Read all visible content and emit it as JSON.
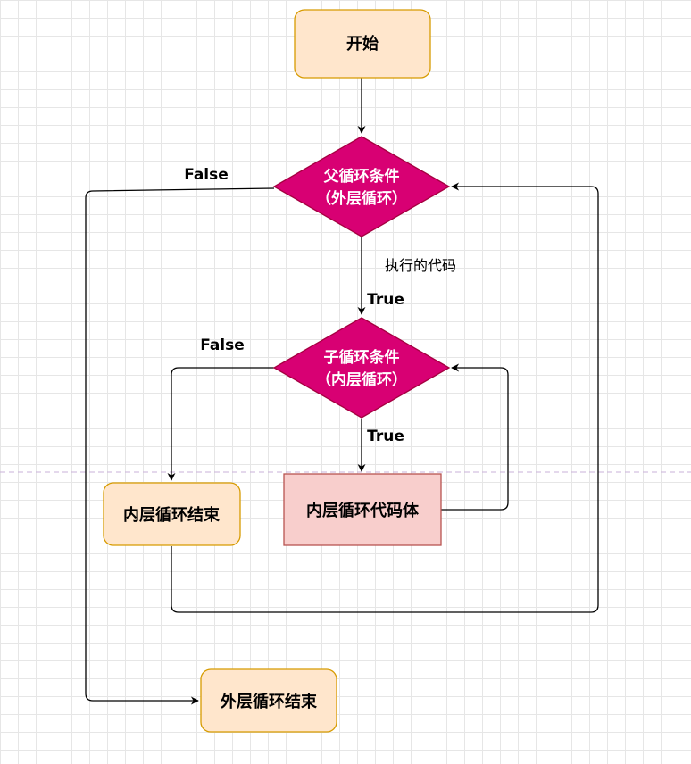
{
  "nodes": {
    "start": "开始",
    "outer_condition_line1": "父循环条件",
    "outer_condition_line2": "（外层循环）",
    "inner_condition_line1": "子循环条件",
    "inner_condition_line2": "（内层循环）",
    "inner_end": "内层循环结束",
    "inner_body": "内层循环代码体",
    "outer_end": "外层循环结束"
  },
  "edges": {
    "outer_false": "False",
    "outer_exec": "执行的代码",
    "outer_true": "True",
    "inner_false": "False",
    "inner_true": "True"
  },
  "colors": {
    "terminal_fill": "#ffe6cc",
    "terminal_stroke": "#d79b00",
    "decision_fill": "#d80073",
    "decision_stroke": "#a50040",
    "process_fill": "#f8cecc",
    "process_stroke": "#b85450"
  }
}
